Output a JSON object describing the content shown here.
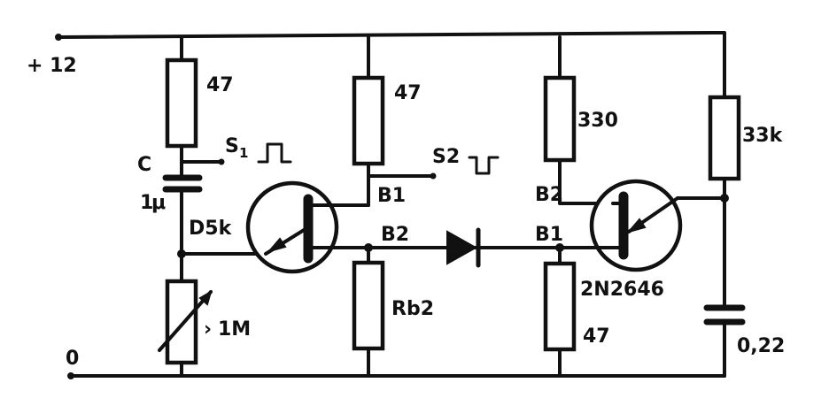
{
  "labels": {
    "supply": "+ 12",
    "ground": "0",
    "r1": "47",
    "capacitor": "C",
    "cap_value_digit": "1",
    "cap_value_unit": "μ",
    "switch1": "S",
    "switch1_sub": "1",
    "d5k": "D5k",
    "pot": "1M",
    "r2": "47",
    "rb2": "Rb2",
    "switch2": "S2",
    "ujt1_b1": "B1",
    "ujt1_b2": "B2",
    "r3": "330",
    "ujt2_b2": "B2",
    "ujt2_b1": "B1",
    "part_number": "2N2646",
    "r4": "47",
    "r5": "33k",
    "cap2": "0,22"
  }
}
